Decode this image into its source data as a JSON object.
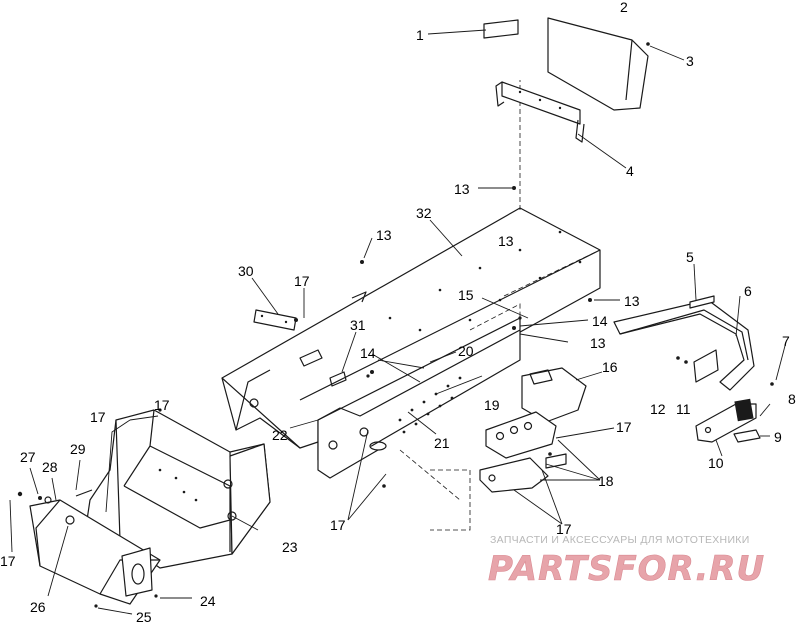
{
  "callouts": [
    "1",
    "2",
    "3",
    "4",
    "5",
    "6",
    "7",
    "8",
    "9",
    "10",
    "11",
    "12",
    "13",
    "13",
    "13",
    "13",
    "13",
    "14",
    "14",
    "15",
    "16",
    "17",
    "17",
    "17",
    "17",
    "17",
    "17",
    "17",
    "18",
    "19",
    "20",
    "21",
    "22",
    "23",
    "24",
    "25",
    "26",
    "27",
    "28",
    "29",
    "30",
    "31",
    "32"
  ],
  "watermark": {
    "tagline": "ЗАПЧАСТИ И АКСЕССУАРЫ ДЛЯ МОТОТЕХНИКИ",
    "brand": "PARTSFOR.RU"
  }
}
